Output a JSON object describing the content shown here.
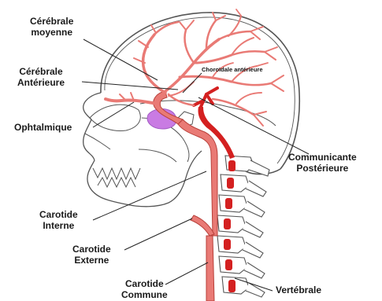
{
  "labels": {
    "cerebrale_moyenne": [
      "Cérébrale",
      "moyenne"
    ],
    "cerebrale_anterieure": [
      "Cérébrale",
      "Antérieure"
    ],
    "choroidale_anterieure": "Choroïdale antérieure",
    "ophtalmique": "Ophtalmique",
    "communicante_posterieure": [
      "Communicante",
      "Postérieure"
    ],
    "carotide_interne": [
      "Carotide",
      "Interne"
    ],
    "carotide_externe": [
      "Carotide",
      "Externe"
    ],
    "carotide_commune": [
      "Carotide",
      "Commune"
    ],
    "vertebrale": "Vertébrale"
  },
  "colors": {
    "artery_fill": "#e97a75",
    "artery_outline": "#b8403a",
    "artery_dark": "#d42020",
    "pituitary": "#c97be3",
    "outline": "#444444"
  }
}
